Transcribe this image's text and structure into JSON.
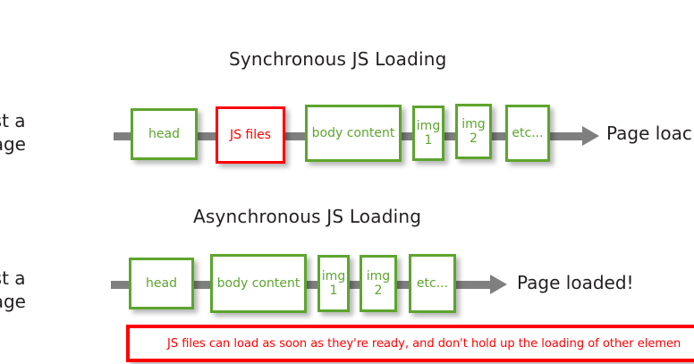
{
  "diagram": {
    "background_color": "#ffffff",
    "green": "#5da52e",
    "red": "#ff0000",
    "gray": "#7f7f7f",
    "text_color": "#231f20"
  },
  "sections": [
    {
      "id": "synchronous",
      "title": "Synchronous JS Loading",
      "input_caption_line1": "quest a",
      "input_caption_line2": "ebpage",
      "output_caption": "Page loac",
      "nodes": [
        {
          "label": "head",
          "color": "green"
        },
        {
          "label": "JS files",
          "color": "red"
        },
        {
          "label": "body content",
          "color": "green"
        },
        {
          "label": "img\n1",
          "color": "green"
        },
        {
          "label": "img\n2",
          "color": "green"
        },
        {
          "label": "etc...",
          "color": "green"
        }
      ]
    },
    {
      "id": "asynchronous",
      "title": "Asynchronous JS Loading",
      "input_caption_line1": "quest a",
      "input_caption_line2": "ebpage",
      "output_caption": "Page loaded!",
      "nodes": [
        {
          "label": "head",
          "color": "green"
        },
        {
          "label": "body content",
          "color": "green"
        },
        {
          "label": "img\n1",
          "color": "green"
        },
        {
          "label": "img\n2",
          "color": "green"
        },
        {
          "label": "etc...",
          "color": "green"
        }
      ],
      "note": "JS files can load as soon as they're ready, and don't hold up the loading of other elemen"
    }
  ],
  "node_labels": {
    "sync": {
      "head": "head",
      "js_files": "JS files",
      "body_content": "body content",
      "img1_line1": "img",
      "img1_line2": "1",
      "img2_line1": "img",
      "img2_line2": "2",
      "etc": "etc..."
    },
    "async": {
      "head": "head",
      "body_content": "body content",
      "img1_line1": "img",
      "img1_line2": "1",
      "img2_line1": "img",
      "img2_line2": "2",
      "etc": "etc..."
    }
  }
}
